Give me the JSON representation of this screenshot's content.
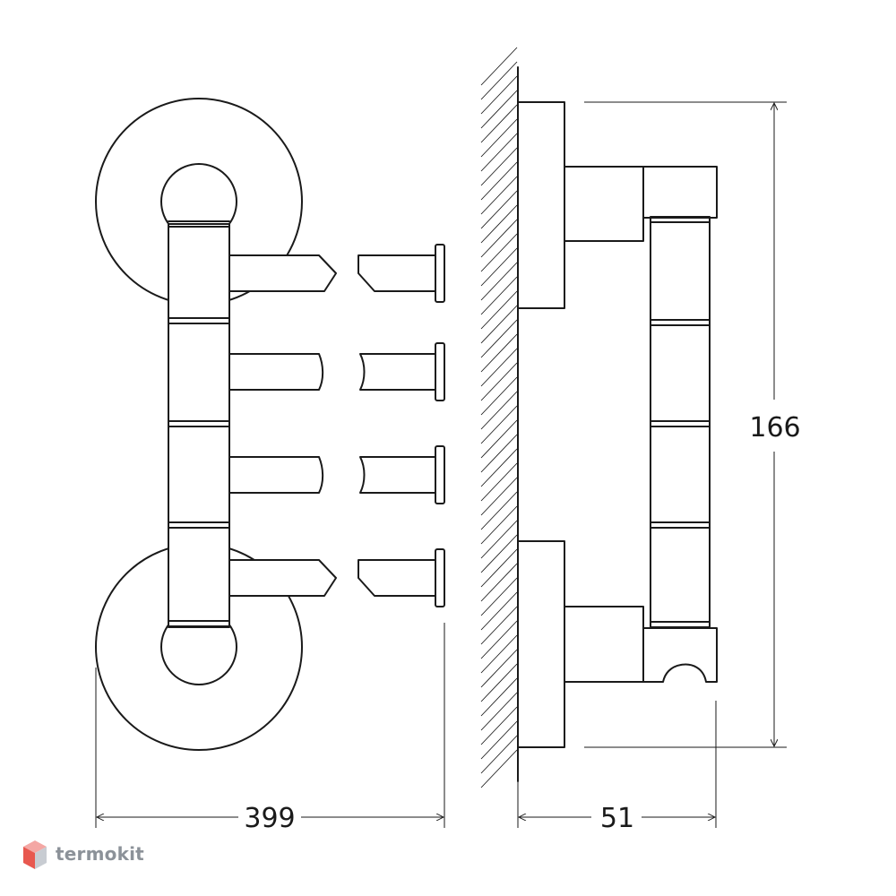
{
  "drawing": {
    "dim_width": "399",
    "dim_depth": "51",
    "dim_height": "166",
    "arm_count": 4
  },
  "watermark": {
    "text": "termokit",
    "color": "#8c9299",
    "icon": "cube-logo-icon"
  },
  "colors": {
    "line": "#1a1a1a",
    "background": "#ffffff"
  }
}
